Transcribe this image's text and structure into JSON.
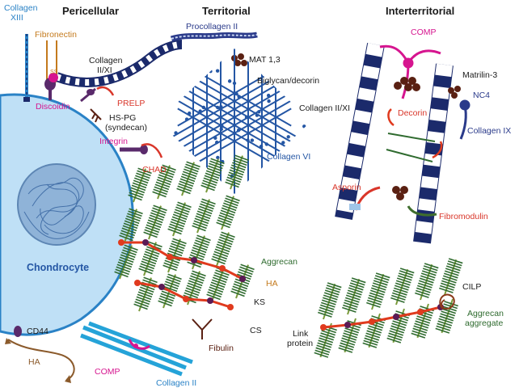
{
  "headings": {
    "pericellular": "Pericellular",
    "territorial": "Territorial",
    "interterritorial": "Interterritorial"
  },
  "labels": {
    "collagen_xiii_line1": "Collagen",
    "collagen_xiii_line2": "XIII",
    "fibronectin": "Fibronectin",
    "ss": "SS",
    "collagen_ii_xi_left_line1": "Collagen",
    "collagen_ii_xi_left_line2": "II/XI",
    "discoidin": "Discoidin",
    "prelp": "PRELP",
    "hs_pg_line1": "HS-PG",
    "hs_pg_line2": "(syndecan)",
    "integrin": "Integrin",
    "chad": "CHAD",
    "chondrocyte": "Chondrocyte",
    "cd44": "CD44",
    "ha_bottom": "HA",
    "comp_bottom": "COMP",
    "collagen_ii_bottom": "Collagen II",
    "procollagen_ii": "Procollagen II",
    "mat13": "MAT 1,3",
    "biglycan_decorin": "Biglycan/decorin",
    "collagen_vi": "Collagen VI",
    "aggrecan": "Aggrecan",
    "ha_mid": "HA",
    "ks": "KS",
    "cs": "CS",
    "fibulin": "Fibulin",
    "comp_right": "COMP",
    "matrilin3": "Matrilin-3",
    "nc4": "NC4",
    "collagen_ii_xi_right": "Collagen II/XI",
    "decorin": "Decorin",
    "collagen_ix": "Collagen IX",
    "asporin": "Asporin",
    "fibromodulin": "Fibromodulin",
    "cilp": "CILP",
    "link_protein_line1": "Link",
    "link_protein_line2": "protein",
    "aggrecan_aggregate_line1": "Aggrecan",
    "aggrecan_aggregate_line2": "aggregate"
  },
  "colors": {
    "cell_fill": "#bfe0f6",
    "nucleus": "#7fa6cf",
    "collagen_navy": "#1b2a6b",
    "collagen_vi_blue": "#2456a4",
    "aggrecan_green": "#2f6b2f",
    "ha_red": "#e03a1e",
    "link_purple": "#5b1a54",
    "comp_magenta": "#d6158f",
    "matrilin_brown": "#5a2012",
    "collagen_ii_cyan": "#25a3d8",
    "fibronectin_orange": "#c47a1d",
    "cd44_purple": "#5a2a6b",
    "asporin_red": "#d9362a",
    "fibromodulin_green": "#3f6e2e",
    "black_text": "#1b1b1b"
  }
}
